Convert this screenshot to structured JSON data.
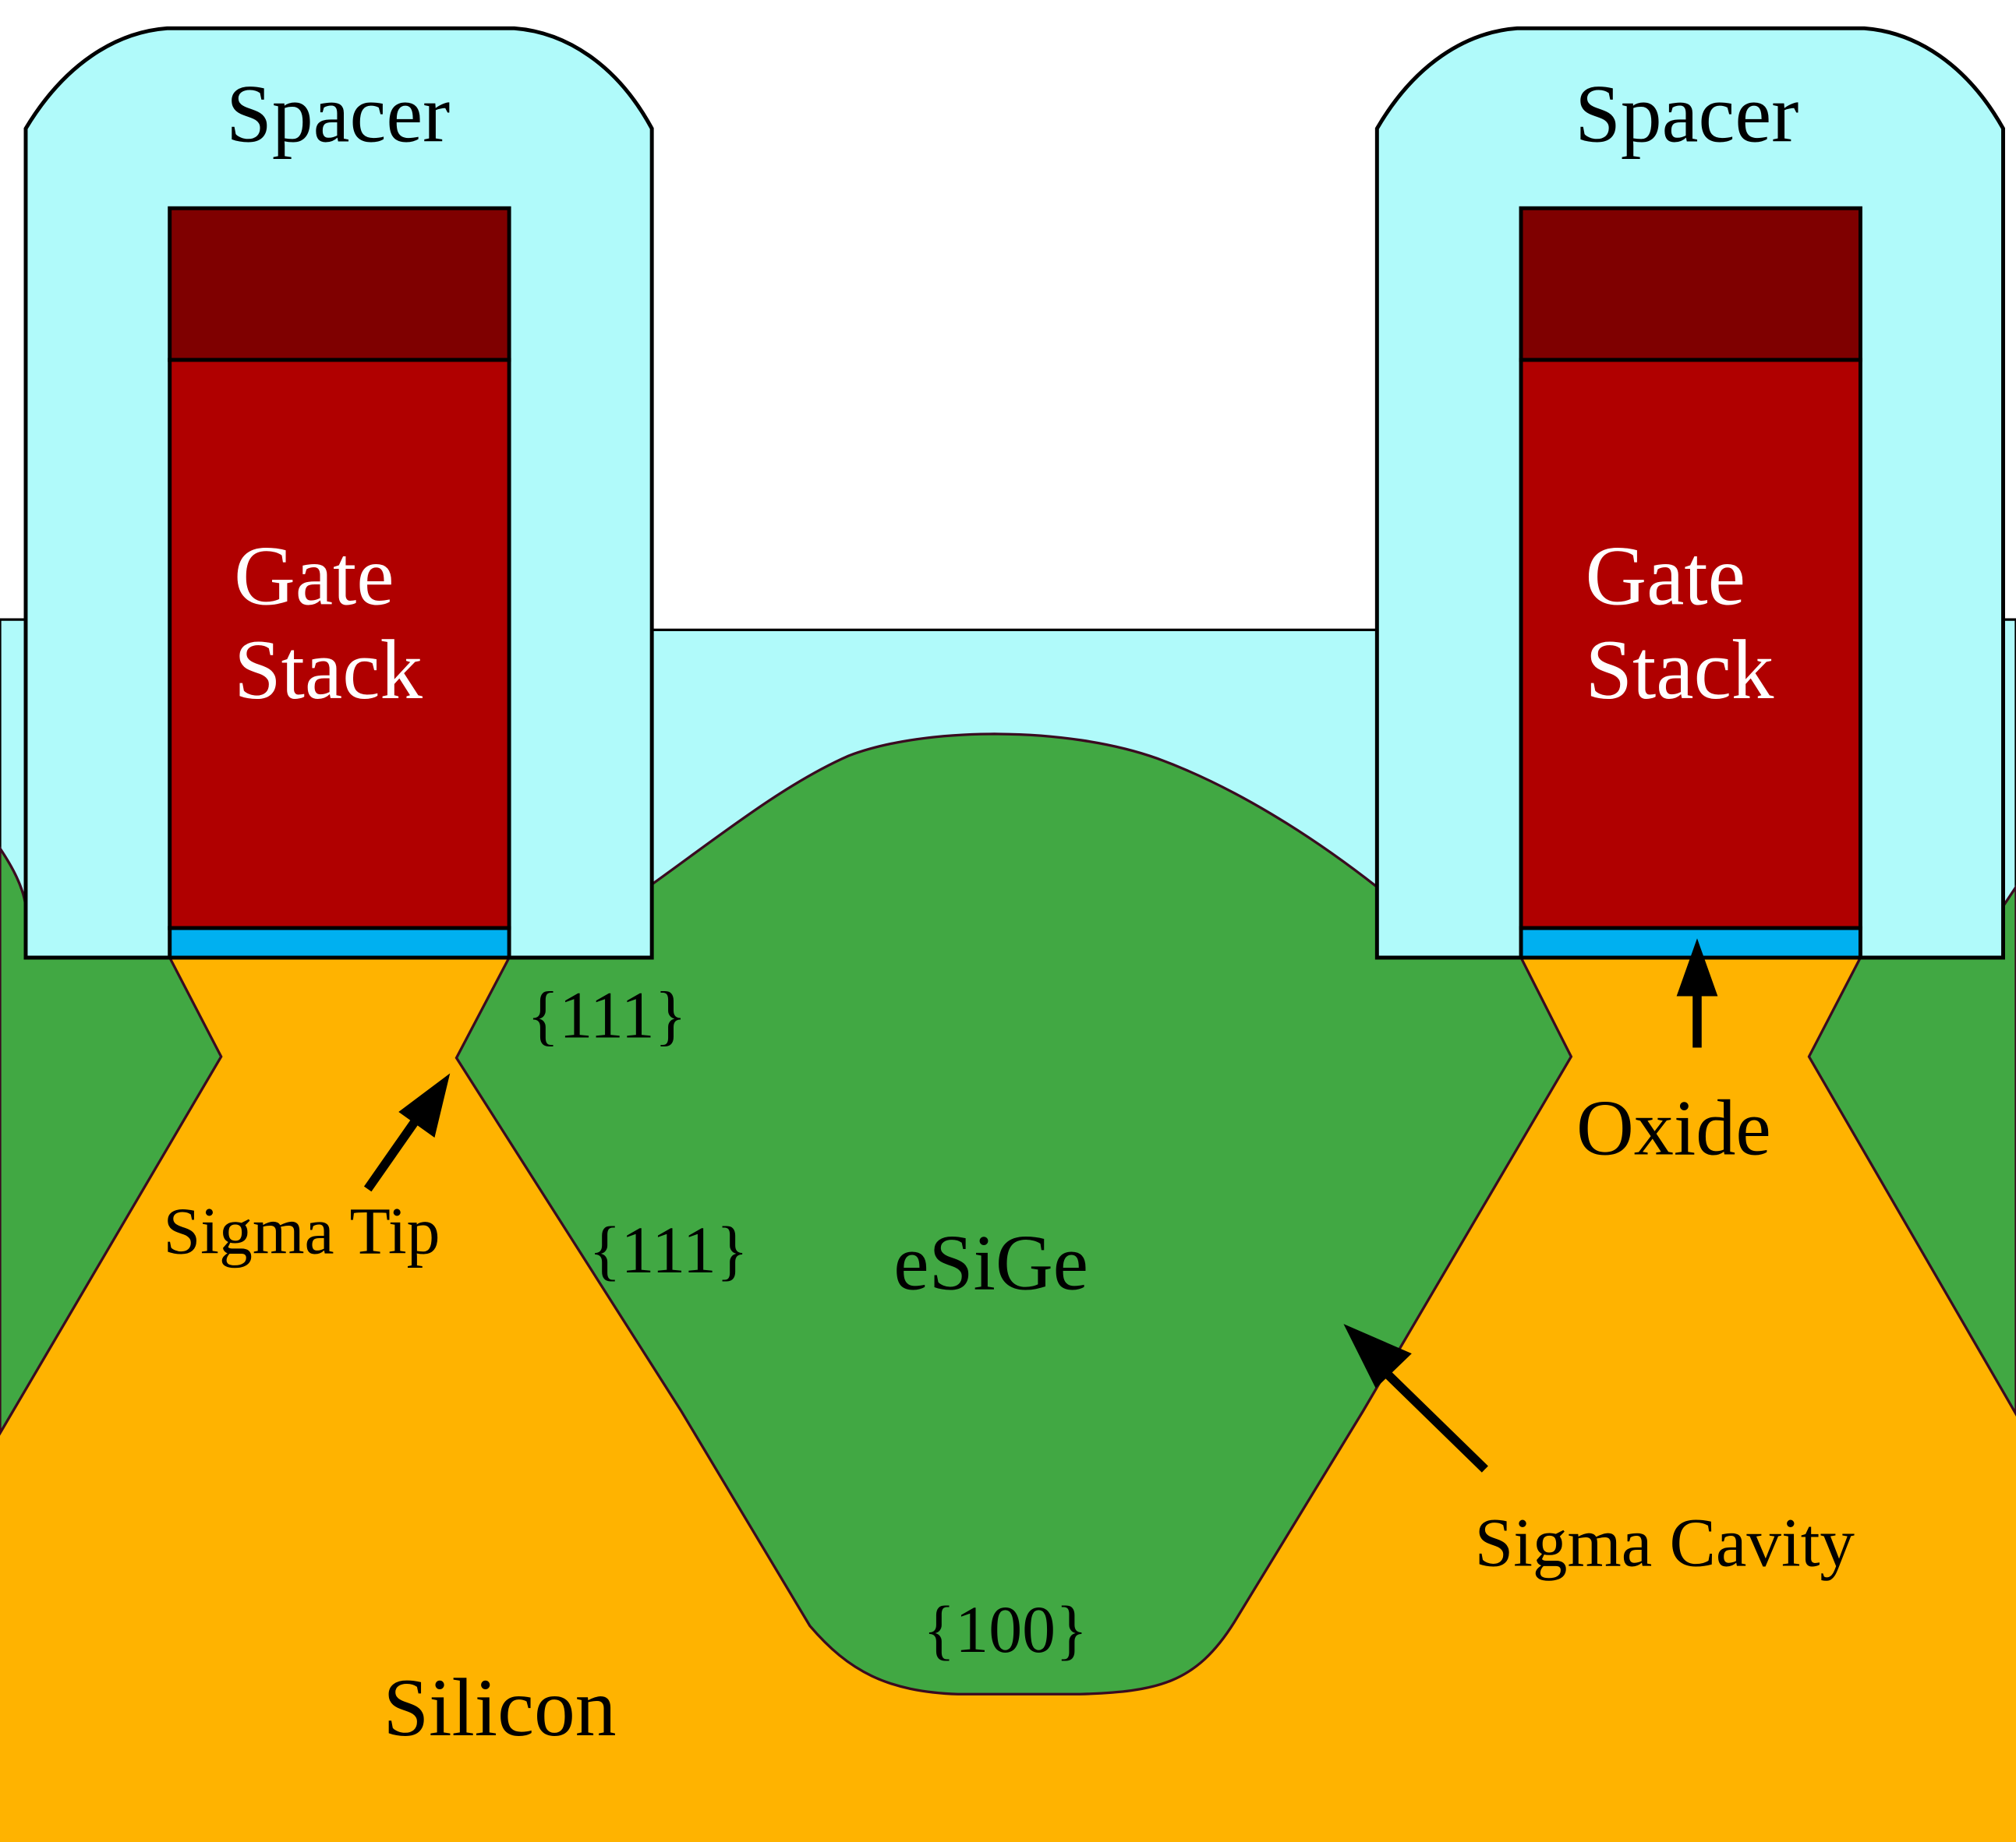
{
  "diagram": {
    "title": "Sigma-shaped eSiGe source/drain cross-section",
    "colors": {
      "background": "#ffffff",
      "spacer": "#b0fafa",
      "gate_cap": "#7f0000",
      "gate_stack": "#b00000",
      "gate_oxide": "#00b0f0",
      "esige": "#41a843",
      "silicon": "#ffb300",
      "outline": "#000000",
      "text_dark": "#000000",
      "text_light": "#ffffff"
    },
    "labels": {
      "spacer_left": "Spacer",
      "spacer_right": "Spacer",
      "gate_left_line1": "Gate",
      "gate_left_line2": "Stack",
      "gate_right_line1": "Gate",
      "gate_right_line2": "Stack",
      "facet_111_upper": "{111}",
      "facet_111_lower": "{111}",
      "facet_100": "{100}",
      "sigma_tip": "Sigma Tip",
      "esige": "eSiGe",
      "oxide": "Oxide",
      "sigma_cavity": "Sigma Cavity",
      "silicon": "Silicon"
    },
    "arrows": [
      {
        "name": "sigma-tip-arrow",
        "points_to": "Sigma Tip"
      },
      {
        "name": "oxide-arrow",
        "points_to": "Oxide"
      },
      {
        "name": "sigma-cavity-arrow",
        "points_to": "Sigma Cavity"
      }
    ]
  }
}
